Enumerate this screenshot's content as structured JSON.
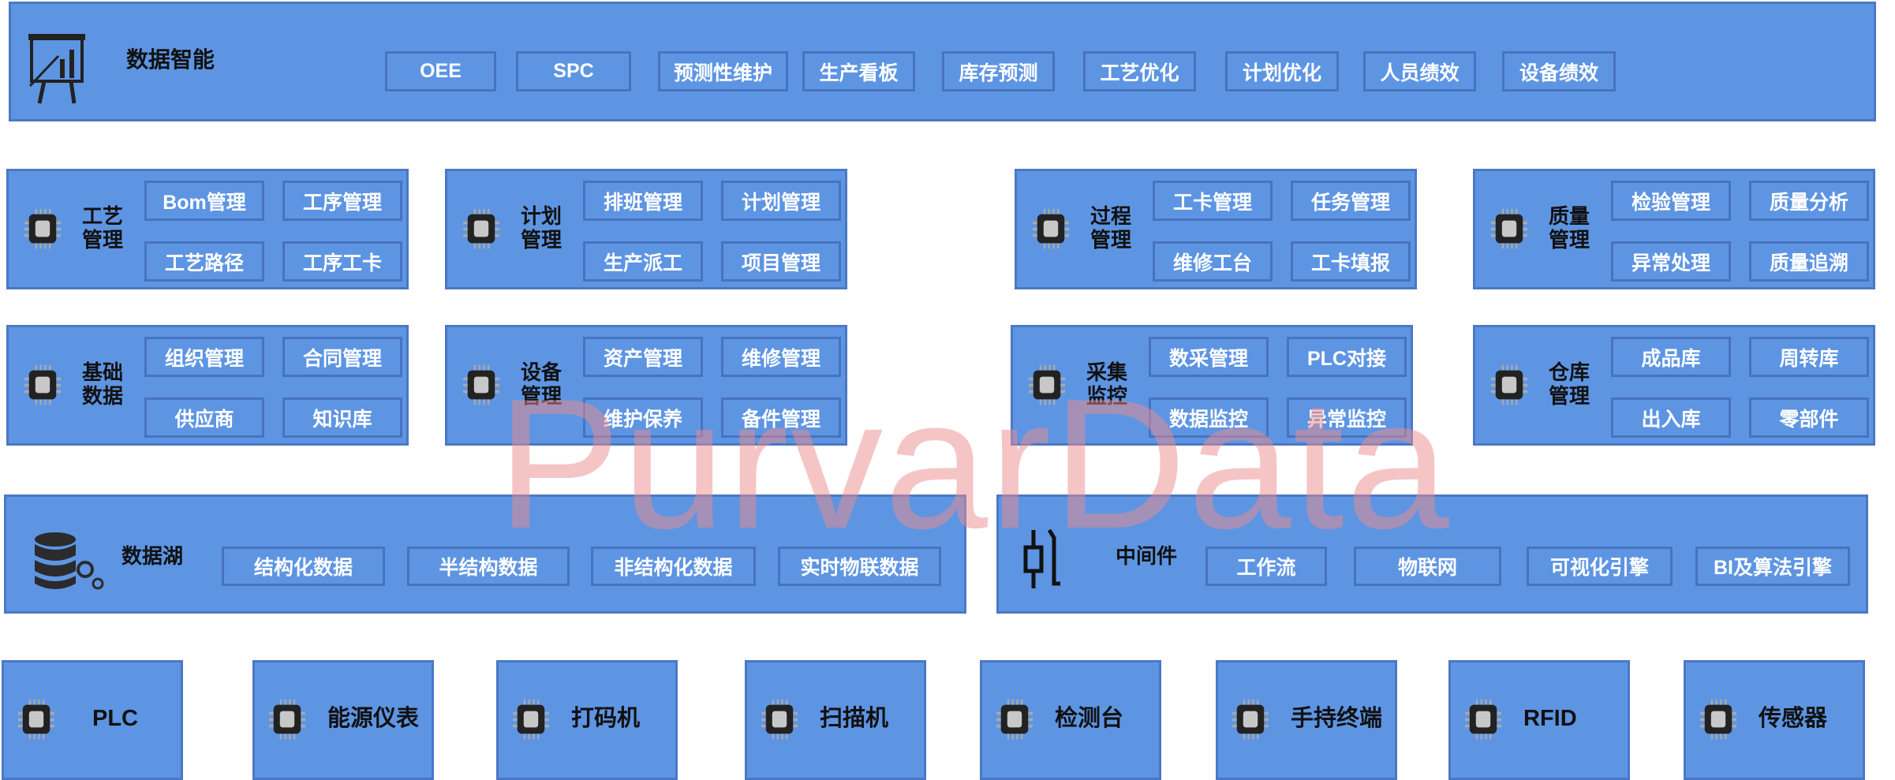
{
  "top": {
    "title": "数据智能",
    "items": [
      "OEE",
      "SPC",
      "预测性维护",
      "生产看板",
      "库存预测",
      "工艺优化",
      "计划优化",
      "人员绩效",
      "设备绩效"
    ]
  },
  "modules": [
    {
      "title": [
        "工艺",
        "管理"
      ],
      "items": [
        "Bom管理",
        "工序管理",
        "工艺路径",
        "工序工卡"
      ]
    },
    {
      "title": [
        "计划",
        "管理"
      ],
      "items": [
        "排班管理",
        "计划管理",
        "生产派工",
        "项目管理"
      ]
    },
    {
      "title": [
        "过程",
        "管理"
      ],
      "items": [
        "工卡管理",
        "任务管理",
        "维修工台",
        "工卡填报"
      ]
    },
    {
      "title": [
        "质量",
        "管理"
      ],
      "items": [
        "检验管理",
        "质量分析",
        "异常处理",
        "质量追溯"
      ]
    },
    {
      "title": [
        "基础",
        "数据"
      ],
      "items": [
        "组织管理",
        "合同管理",
        "供应商",
        "知识库"
      ]
    },
    {
      "title": [
        "设备",
        "管理"
      ],
      "items": [
        "资产管理",
        "维修管理",
        "维护保养",
        "备件管理"
      ]
    },
    {
      "title": [
        "采集",
        "监控"
      ],
      "items": [
        "数采管理",
        "PLC对接",
        "数据监控",
        "异常监控"
      ]
    },
    {
      "title": [
        "仓库",
        "管理"
      ],
      "items": [
        "成品库",
        "周转库",
        "出入库",
        "零部件"
      ]
    }
  ],
  "datalake": {
    "title": "数据湖",
    "items": [
      "结构化数据",
      "半结构数据",
      "非结构化数据",
      "实时物联数据"
    ]
  },
  "middleware": {
    "title": "中间件",
    "items": [
      "工作流",
      "物联网",
      "可视化引擎",
      "BI及算法引擎"
    ]
  },
  "devices": [
    "PLC",
    "能源仪表",
    "打码机",
    "扫描机",
    "检测台",
    "手持终端",
    "RFID",
    "传感器"
  ],
  "watermark": "PurvarData",
  "colors": {
    "fill": "#5e95e3",
    "border": "#4a78c6"
  }
}
